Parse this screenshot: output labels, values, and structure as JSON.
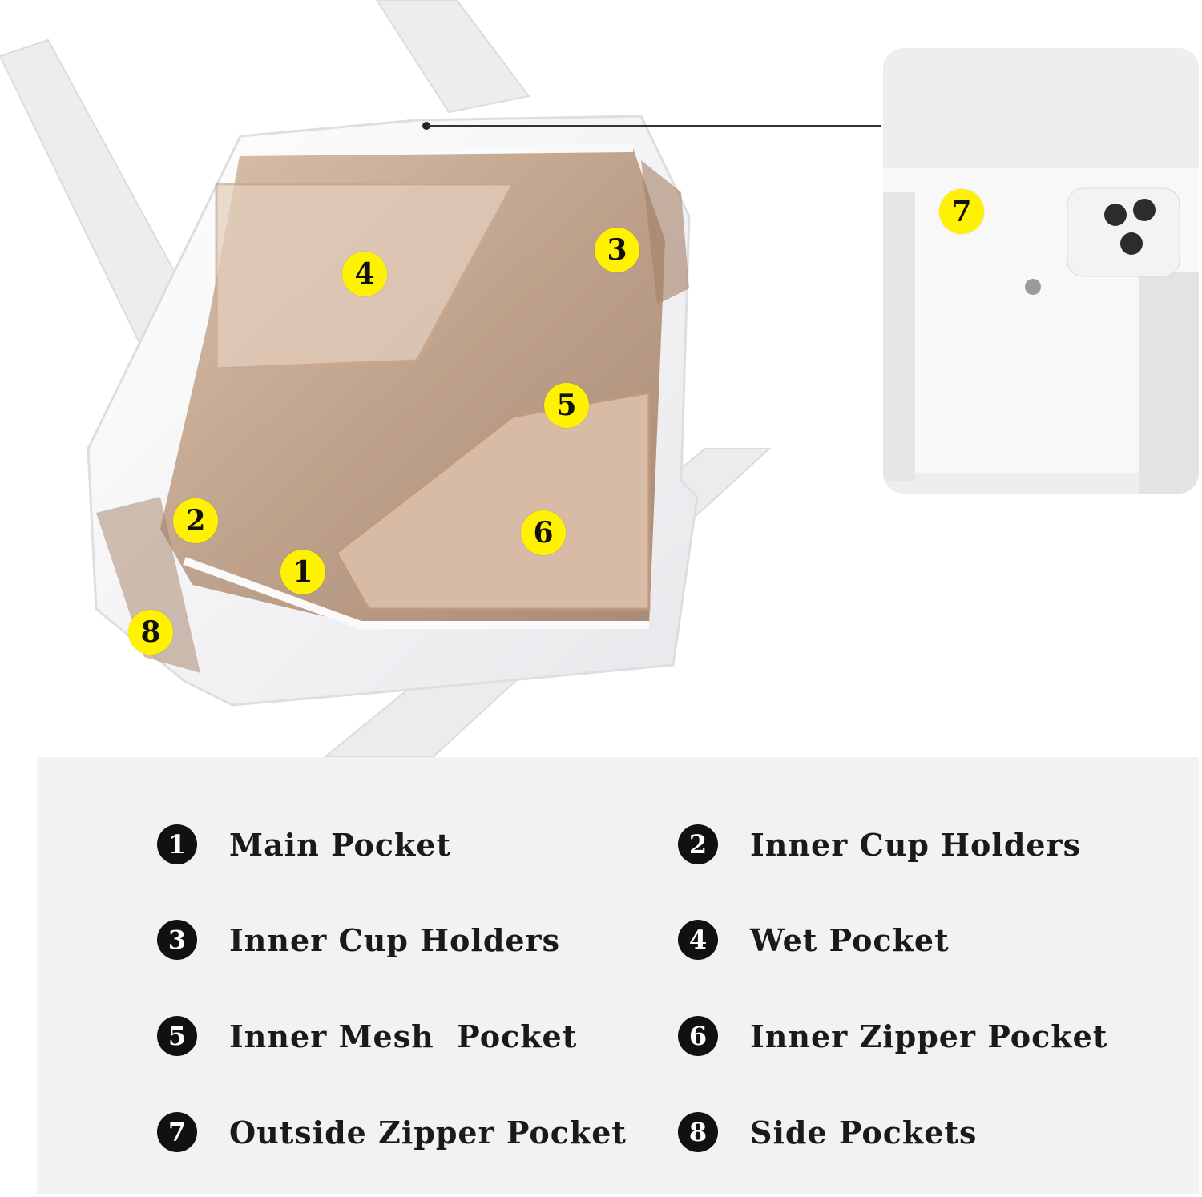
{
  "markers": [
    "1",
    "2",
    "3",
    "4",
    "5",
    "6",
    "7",
    "8"
  ],
  "legend": [
    {
      "num": "1",
      "label": "Main Pocket"
    },
    {
      "num": "2",
      "label": "Inner Cup Holders"
    },
    {
      "num": "3",
      "label": "Inner Cup Holders"
    },
    {
      "num": "4",
      "label": "Wet Pocket"
    },
    {
      "num": "5",
      "label": "Inner Mesh  Pocket"
    },
    {
      "num": "6",
      "label": "Inner Zipper Pocket"
    },
    {
      "num": "7",
      "label": "Outside Zipper Pocket"
    },
    {
      "num": "8",
      "label": "Side Pockets"
    }
  ],
  "colors": {
    "marker": "#fff200",
    "panel": "#f2f2f2",
    "lining": "#c9ad96",
    "bag": "#f7f7f7"
  }
}
